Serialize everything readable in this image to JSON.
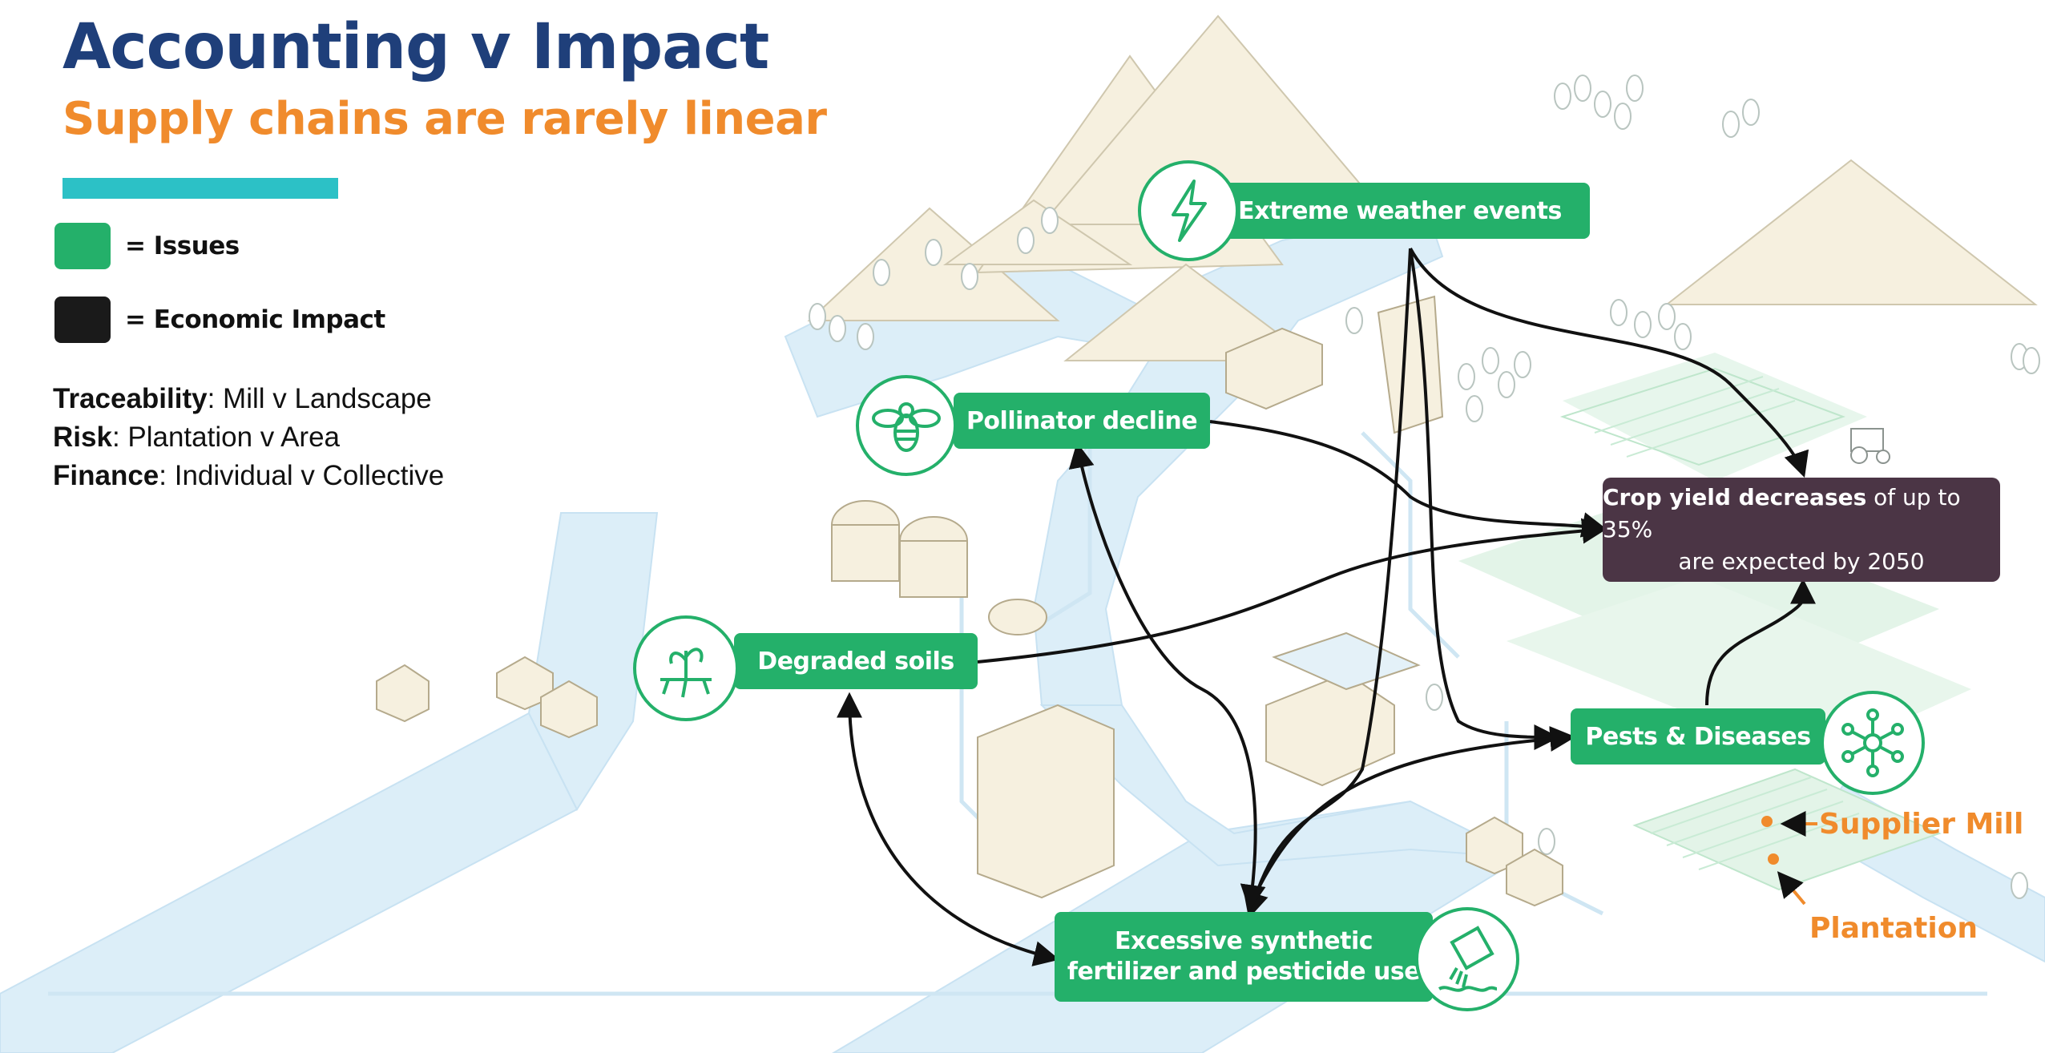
{
  "header": {
    "title": "Accounting v Impact",
    "subtitle": "Supply chains are rarely linear"
  },
  "legend": {
    "issues_label": "= Issues",
    "impact_label": "= Economic Impact"
  },
  "info": {
    "traceability_key": "Traceability",
    "traceability_value": ": Mill v Landscape",
    "risk_key": "Risk",
    "risk_value": ": Plantation v Area",
    "finance_key": "Finance",
    "finance_value": ": Individual v Collective"
  },
  "nodes": {
    "weather": "Extreme weather events",
    "pollinator": "Pollinator decline",
    "soils": "Degraded soils",
    "pests": "Pests & Diseases",
    "fertilizer_line1": "Excessive synthetic",
    "fertilizer_line2": "fertilizer and pesticide use"
  },
  "impact": {
    "bold": "Crop yield decreases",
    "rest": " of up to 35%",
    "line2": "are expected by 2050"
  },
  "annotations": {
    "supplier_mill": "Supplier Mill",
    "plantation": "Plantation"
  },
  "colors": {
    "issue_green": "#24b06a",
    "impact_dark": "#4b3545",
    "title_blue": "#1f3f7a",
    "subtitle_orange": "#f08b2c",
    "accent_teal": "#2cc1c6"
  },
  "icons": {
    "weather": "lightning-bolt-icon",
    "pollinator": "bee-icon",
    "soils": "plant-roots-icon",
    "pests": "network-hub-icon",
    "fertilizer": "bag-pouring-icon"
  }
}
